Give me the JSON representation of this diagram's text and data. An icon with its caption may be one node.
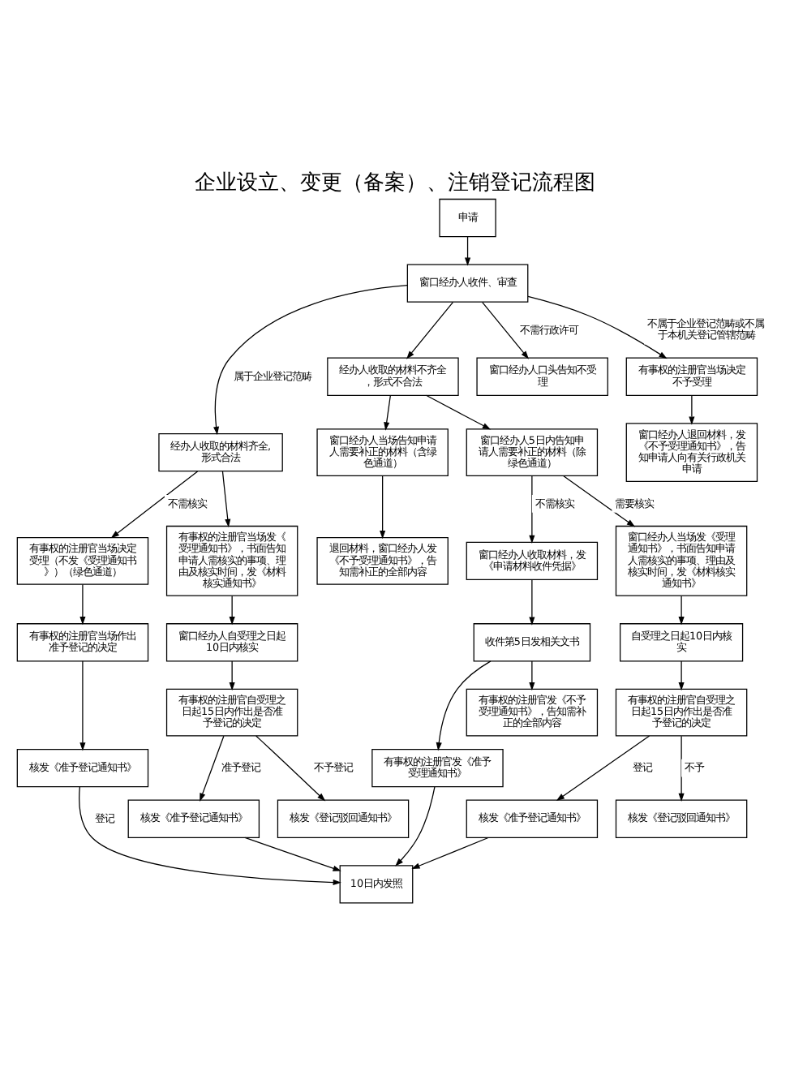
{
  "diagram": {
    "title": "企业设立、变更（备案）、注销登记流程图",
    "nodes": [
      {
        "text": [
          "申请"
        ]
      },
      {
        "text": [
          "窗口经办人收件、审查"
        ]
      },
      {
        "text": [
          "经办人收取的材料齐全,形式合法"
        ]
      },
      {
        "text": [
          "经办人收取的材料不齐全，形式不合法"
        ]
      },
      {
        "text": [
          "窗口经办人口头告知不受理"
        ]
      },
      {
        "text": [
          "有事权的注册官当场决定不予受理"
        ]
      },
      {
        "text": [
          "有事权的注册官当场决定受理（不发《受理通知书》）（绿色通道）"
        ]
      },
      {
        "text": [
          "有事权的注册官当场发《受理通知书》，书面告知申请人需核实的事项、理由及核实时间，发《材料核实通知书》"
        ]
      },
      {
        "text": [
          "窗口经办人当场告知申请人需要补正的材料（含绿色通道）"
        ]
      },
      {
        "text": [
          "窗口经办人5日内告知申请人需要补正的材料（除绿色通道）"
        ]
      },
      {
        "text": [
          "窗口经办人退回材料，发《不予受理通知书》，告知申请人向有关行政机关申请"
        ]
      },
      {
        "text": [
          "有事权的注册官当场作出准予登记的决定"
        ]
      },
      {
        "text": [
          "退回材料，窗口经办人发《不予受理通知书》，告知需补正的全部内容"
        ]
      },
      {
        "text": [
          "窗口经办人收取材料，发《申请材料收件凭据》"
        ]
      },
      {
        "text": [
          "窗口经办人当场发《受理通知书》，书面告知申请人需核实的事项、理由及核实时间，发《材料核实通知书》"
        ]
      },
      {
        "text": [
          "核发《准予登记通知书》"
        ]
      },
      {
        "text": [
          "窗口经办人自受理之日起10日内核实"
        ]
      },
      {
        "text": [
          "收件第5日发相关文书"
        ]
      },
      {
        "text": [
          "自受理之日起10日内核实"
        ]
      },
      {
        "text": [
          "有事权的注册官自受理之日起15日内作出是否准予登记的决定"
        ]
      },
      {
        "text": [
          "有事权的注册官发《准予受理通知书》"
        ]
      },
      {
        "text": [
          "有事权的注册官发《不予受理通知书》，告知需补正的全部内容"
        ]
      },
      {
        "text": [
          "有事权的注册官自受理之日起15日内作出是否准予登记的决定"
        ]
      },
      {
        "text": [
          "核发《准予登记通知书》"
        ]
      },
      {
        "text": [
          "核发《登记驳回通知书》"
        ]
      },
      {
        "text": [
          "10日内发照"
        ]
      },
      {
        "text": [
          "核发《准予登记通知书》"
        ]
      },
      {
        "text": [
          "核发《登记驳回通知书》"
        ]
      }
    ],
    "edges": [
      {
        "from": 0,
        "to": 1,
        "arrow": "to"
      },
      {
        "from": 1,
        "to": 2,
        "arrow": "to",
        "label": "属于企业登记范畴"
      },
      {
        "from": 1,
        "to": 3,
        "arrow": "to"
      },
      {
        "from": 1,
        "to": 4,
        "arrow": "to",
        "label": "不需行政许可"
      },
      {
        "from": 1,
        "to": 5,
        "arrow": "to",
        "label": "不属于企业登记范畴或不属于本机关登记管辖范畴"
      },
      {
        "from": 2,
        "to": 6,
        "arrow": "to",
        "label": "不需核实"
      },
      {
        "from": 2,
        "to": 7,
        "arrow": "to"
      },
      {
        "from": 3,
        "to": 8,
        "arrow": "to"
      },
      {
        "from": 3,
        "to": 9,
        "arrow": "to"
      },
      {
        "from": 5,
        "to": 10,
        "arrow": "to"
      },
      {
        "from": 6,
        "to": 11,
        "arrow": "to"
      },
      {
        "from": 11,
        "to": 15,
        "arrow": "to"
      },
      {
        "from": 7,
        "to": 16,
        "arrow": "to"
      },
      {
        "from": 16,
        "to": 19,
        "arrow": "to"
      },
      {
        "from": 8,
        "to": 12,
        "arrow": "to"
      },
      {
        "from": 9,
        "to": 13,
        "arrow": "to",
        "label": "不需核实"
      },
      {
        "from": 9,
        "to": 14,
        "arrow": "to",
        "label": "需要核实"
      },
      {
        "from": 13,
        "to": 17,
        "arrow": "to"
      },
      {
        "from": 14,
        "to": 18,
        "arrow": "to"
      },
      {
        "from": 18,
        "to": 22,
        "arrow": "to"
      },
      {
        "from": 17,
        "to": 20,
        "arrow": "to"
      },
      {
        "from": 17,
        "to": 21,
        "arrow": "to"
      },
      {
        "from": 19,
        "to": 23,
        "arrow": "to",
        "label": "准予登记"
      },
      {
        "from": 19,
        "to": 24,
        "arrow": "to",
        "label": "不予登记"
      },
      {
        "from": 15,
        "to": 25,
        "arrow": "to",
        "label": "登记"
      },
      {
        "from": 23,
        "to": 25,
        "arrow": "to"
      },
      {
        "from": 20,
        "to": 25,
        "arrow": "to"
      },
      {
        "from": 22,
        "to": 26,
        "arrow": "to",
        "label": "登记"
      },
      {
        "from": 22,
        "to": 27,
        "arrow": "to",
        "label": "不予"
      },
      {
        "from": 26,
        "to": 25,
        "arrow": "to"
      }
    ]
  }
}
